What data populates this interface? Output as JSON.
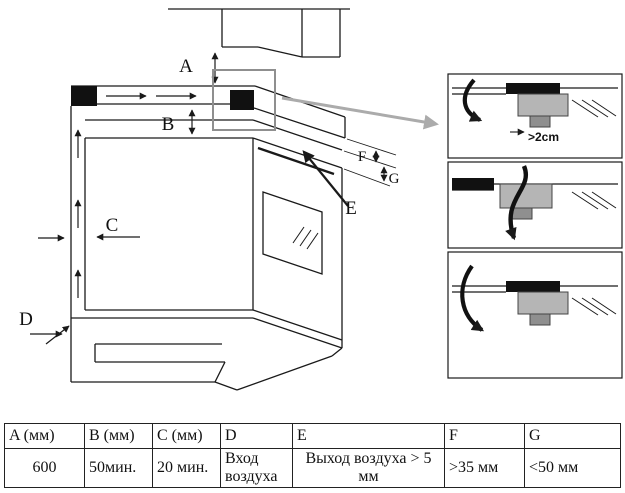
{
  "diagram": {
    "labels": {
      "A": "A",
      "B": "B",
      "C": "C",
      "D": "D",
      "E": "E",
      "F": "F",
      "G": "G"
    },
    "detail_label": ">2cm",
    "colors": {
      "line": "#1a1a1a",
      "highlight_box": "#8f8f8f",
      "callout_arrow": "#ababab",
      "appliance_block": "#b5b5b5",
      "vent_tab": "#8f8f8f"
    }
  },
  "table": {
    "headers": [
      "A (мм)",
      "B (мм)",
      "C (мм)",
      "D",
      "E",
      "F",
      "G"
    ],
    "values": [
      "600",
      "50мин.",
      "20 мин.",
      "Вход воздуха",
      "Выход воздуха > 5 мм",
      ">35 мм",
      "<50 мм"
    ]
  }
}
